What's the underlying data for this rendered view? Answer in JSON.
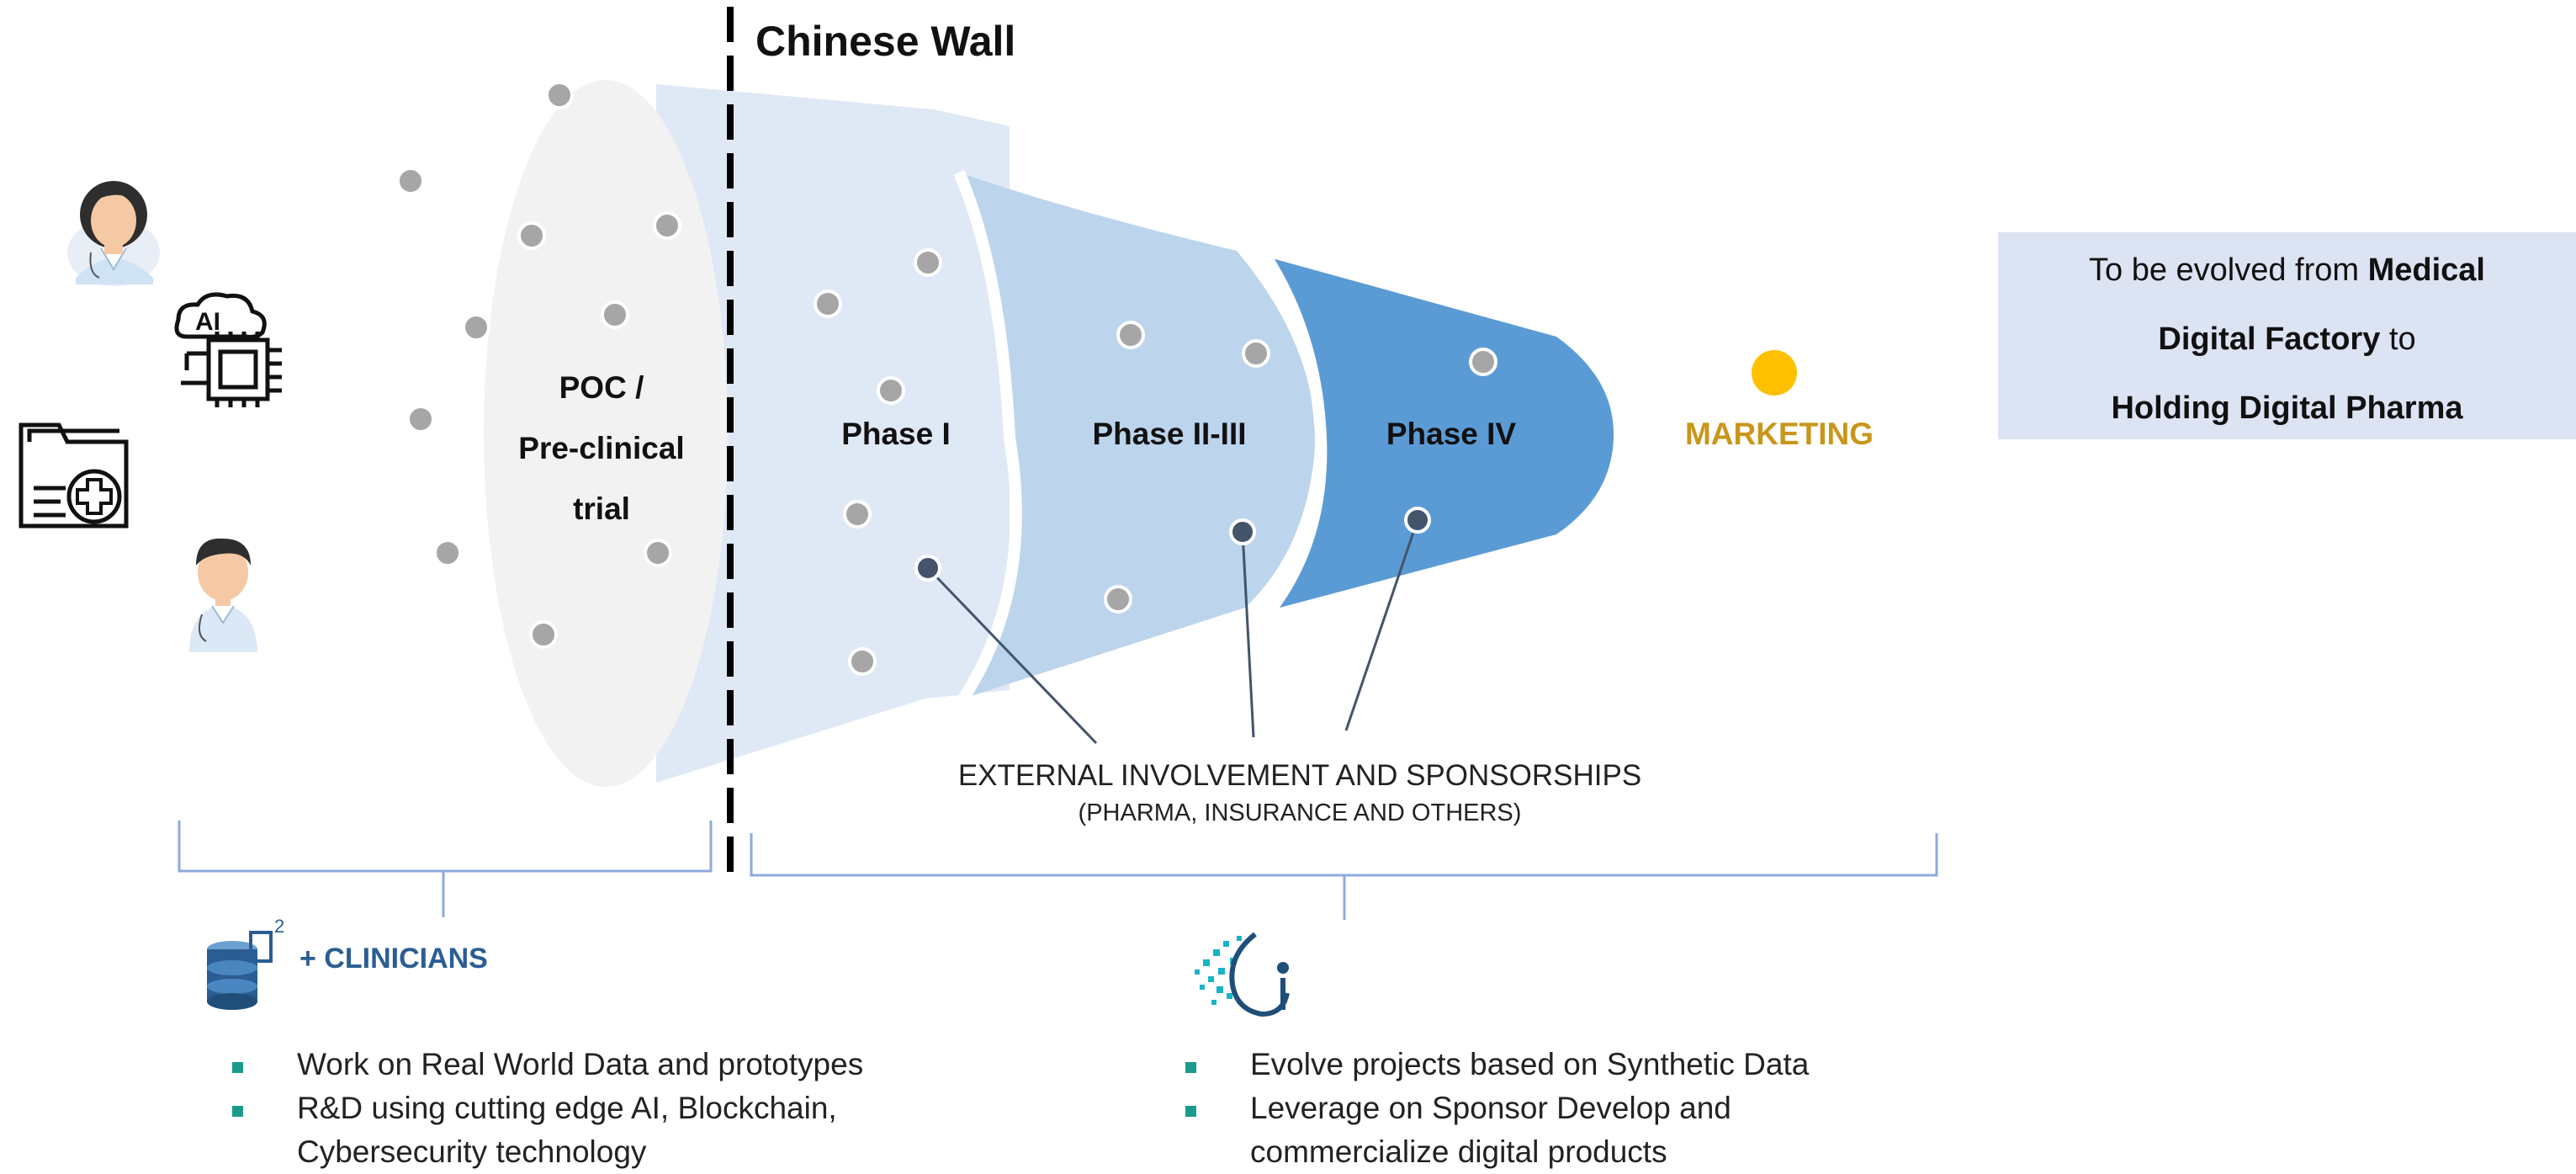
{
  "chinese_wall_title": "Chinese Wall",
  "stages": {
    "poc": [
      "POC /",
      "Pre-clinical",
      "trial"
    ],
    "phase1": "Phase I",
    "phase23": "Phase II-III",
    "phase4": "Phase IV",
    "marketing": "MARKETING"
  },
  "external": {
    "line1": "EXTERNAL INVOLVEMENT AND SPONSORSHIPS",
    "line2": "(PHARMA, INSURANCE AND OTHERS)"
  },
  "evolve_box": {
    "line1_prefix": "To be evolved from ",
    "line1_bold": "Medical",
    "line2_bold": "Digital Factory",
    "line2_suffix": " to",
    "line3_bold": "Holding Digital Pharma"
  },
  "left_section": {
    "label": "+ CLINICIANS",
    "bullets": [
      "Work on Real World Data and prototypes",
      "R&D using cutting edge AI, Blockchain,",
      "Cybersecurity technology"
    ]
  },
  "right_section": {
    "bullets": [
      "Evolve projects based on Synthetic Data",
      "Leverage on Sponsor Develop and",
      "commercialize digital products"
    ]
  },
  "icons": [
    "female-doctor-icon",
    "ai-chip-icon",
    "medical-folder-icon",
    "male-doctor-icon",
    "database-icon",
    "synthetic-data-logo"
  ],
  "colors": {
    "funnel_light": "#dfe9f6",
    "funnel_mid": "#bcd4ec",
    "funnel_dark": "#5b9bd5",
    "poc_ellipse": "#f2f2f2",
    "dot": "#a6a6a6",
    "dot_dark": "#44546a",
    "marketing": "#c9961a",
    "marketing_dot": "#ffc000",
    "brace": "#8eaadb",
    "bullet": "#1a9c8c",
    "clinicians": "#2b5d94",
    "evolve_box": "#dce3f2"
  }
}
